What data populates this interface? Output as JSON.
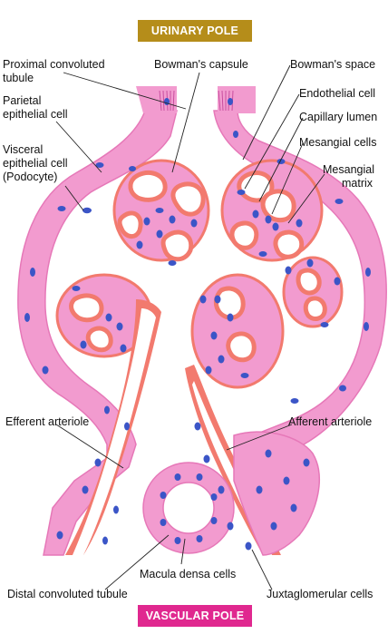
{
  "poles": {
    "urinary": {
      "text": "URINARY POLE",
      "color": "#b58d1a"
    },
    "vascular": {
      "text": "VASCULAR POLE",
      "color": "#e0288f"
    }
  },
  "labels": {
    "pct_line1": "Proximal convoluted",
    "pct_line2": "tubule",
    "parietal_line1": "Parietal",
    "parietal_line2": "epithelial cell",
    "visceral_line1": "Visceral",
    "visceral_line2": "epithelial cell",
    "visceral_line3": "(Podocyte)",
    "bowmans_capsule": "Bowman's capsule",
    "bowmans_space": "Bowman's space",
    "endothelial": "Endothelial cell",
    "capillary_lumen": "Capillary lumen",
    "mesangial_cells": "Mesangial cells",
    "mesangial_matrix_line1": "Mesangial",
    "mesangial_matrix_line2": "matrix",
    "efferent": "Efferent arteriole",
    "afferent": "Afferent arteriole",
    "macula_densa": "Macula densa cells",
    "distal": "Distal convoluted tubule",
    "juxtaglomerular": "Juxtaglomerular cells"
  },
  "colors": {
    "capsule_pink": "#f29bcf",
    "wall_pink": "#ef8cc6",
    "vessel_salmon": "#f27a6e",
    "nucleus_blue": "#3b55c7",
    "label_text": "#111111"
  }
}
